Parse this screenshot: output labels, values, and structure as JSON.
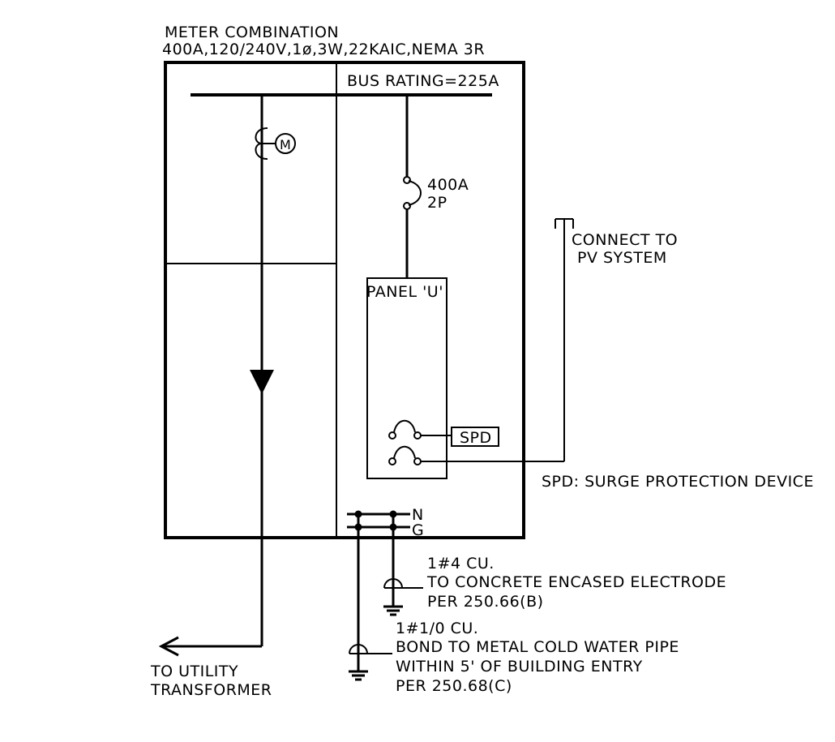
{
  "meter_combination": {
    "title": "METER COMBINATION",
    "rating": "400A,120/240V,1ø,3W,22KAIC,NEMA 3R"
  },
  "bus_rating": "BUS RATING=225A",
  "meter_symbol": "M",
  "breaker": {
    "amps": "400A",
    "poles": "2P"
  },
  "panel_label": "PANEL 'U'",
  "spd_box": "SPD",
  "pv_connection": {
    "line1": "CONNECT TO",
    "line2": "PV SYSTEM"
  },
  "spd_note": "SPD: SURGE PROTECTION DEVICE",
  "neutral_label": "N",
  "ground_label": "G",
  "utility": {
    "line1": "TO UTILITY",
    "line2": "TRANSFORMER"
  },
  "electrode": {
    "line1": "1#4 CU.",
    "line2": "TO CONCRETE ENCASED ELECTRODE",
    "line3": "PER 250.66(B)"
  },
  "water_pipe": {
    "line1": "1#1/0 CU.",
    "line2": "BOND TO METAL COLD WATER PIPE",
    "line3": "WITHIN 5' OF BUILDING ENTRY",
    "line4": "PER 250.68(C)"
  }
}
